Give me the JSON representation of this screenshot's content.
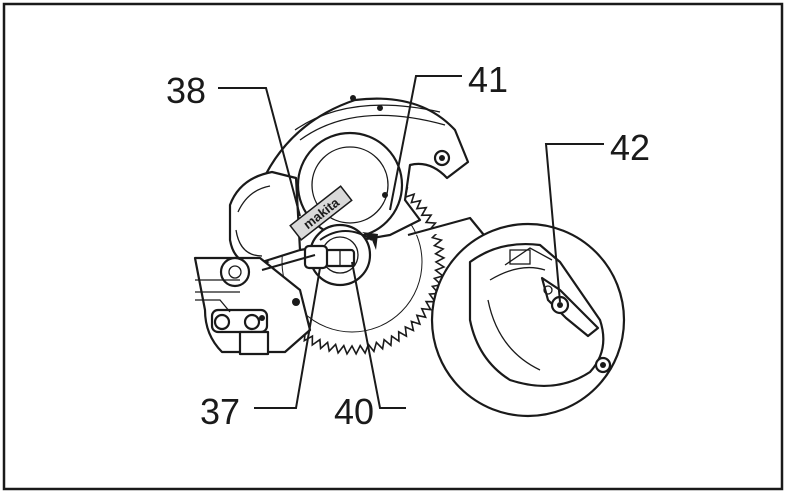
{
  "callouts": {
    "c38": "38",
    "c41": "41",
    "c42": "42",
    "c37": "37",
    "c40": "40"
  },
  "brand_label": "makita",
  "colors": {
    "ink": "#1a1a1a",
    "paper": "#ffffff",
    "shade": "#d9d9d9"
  }
}
